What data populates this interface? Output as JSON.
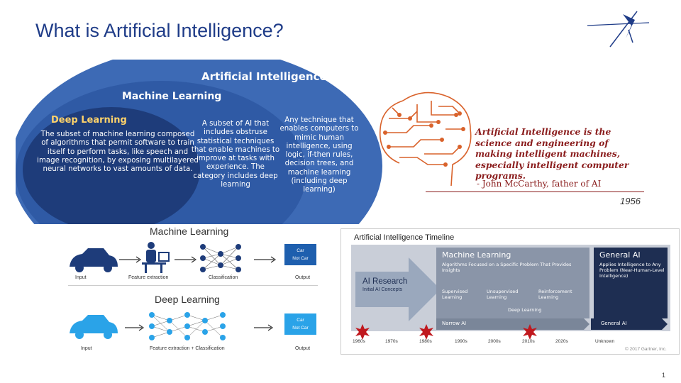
{
  "title": "What is Artificial Intelligence?",
  "venn": {
    "ai_label": "Artificial Intelligence",
    "ml_label": "Machine Learning",
    "dl_label": "Deep Learning",
    "dl_desc": "The subset of machine learning composed of algorithms that permit software to train itself to perform tasks, like speech and image recognition, by exposing multilayered neural networks to vast amounts of data.",
    "ml_desc": "A subset of AI that includes obstruse statistical techniques that enable machines to improve at tasks with experience. The category includes deep learning",
    "ai_desc": "Any technique that enables computers to mimic human intelligence, using logic, if-then rules, decision trees, and machine learning (including deep learning)"
  },
  "quote": {
    "text": "Artificial Intelligence is the science and engineering of making intelligent machines, especially intelligent computer programs.",
    "attribution": "- John McCarthy, father of AI",
    "year": "1956"
  },
  "mldl": {
    "ml_heading": "Machine Learning",
    "dl_heading": "Deep Learning",
    "ml_caps": [
      "Input",
      "Feature extraction",
      "Classification",
      "Output"
    ],
    "dl_caps": [
      "Input",
      "Feature extraction + Classification",
      "Output"
    ],
    "out_car": "Car",
    "out_notcar": "Not Car"
  },
  "timeline": {
    "title": "Artificial Intelligence Timeline",
    "ai_research": "AI Research",
    "ai_research_sub": "Initial AI Concepts",
    "ml_title": "Machine Learning",
    "ml_sub": "Algorithms Focused on a Specific Problem That Provides Insights",
    "general_title": "General AI",
    "general_sub": "Applies Intelligence to Any Problem (Near-Human-Level Intelligence)",
    "supervised": "Supervised Learning",
    "unsupervised": "Unsupervised Learning",
    "reinforcement": "Reinforcement Learning",
    "deep": "Deep Learning",
    "narrow": "Narrow AI",
    "general_bar": "General AI",
    "decades": [
      "1960s",
      "1970s",
      "1980s",
      "1990s",
      "2000s",
      "2010s",
      "2020s",
      "Unknown"
    ],
    "copyright": "© 2017 Gartner, Inc."
  },
  "page_number": "1",
  "colors": {
    "title": "#1f3c88",
    "venn_outer": "#3a66b0",
    "venn_inner": "#1d3a78",
    "quote": "#8a1c1c"
  }
}
